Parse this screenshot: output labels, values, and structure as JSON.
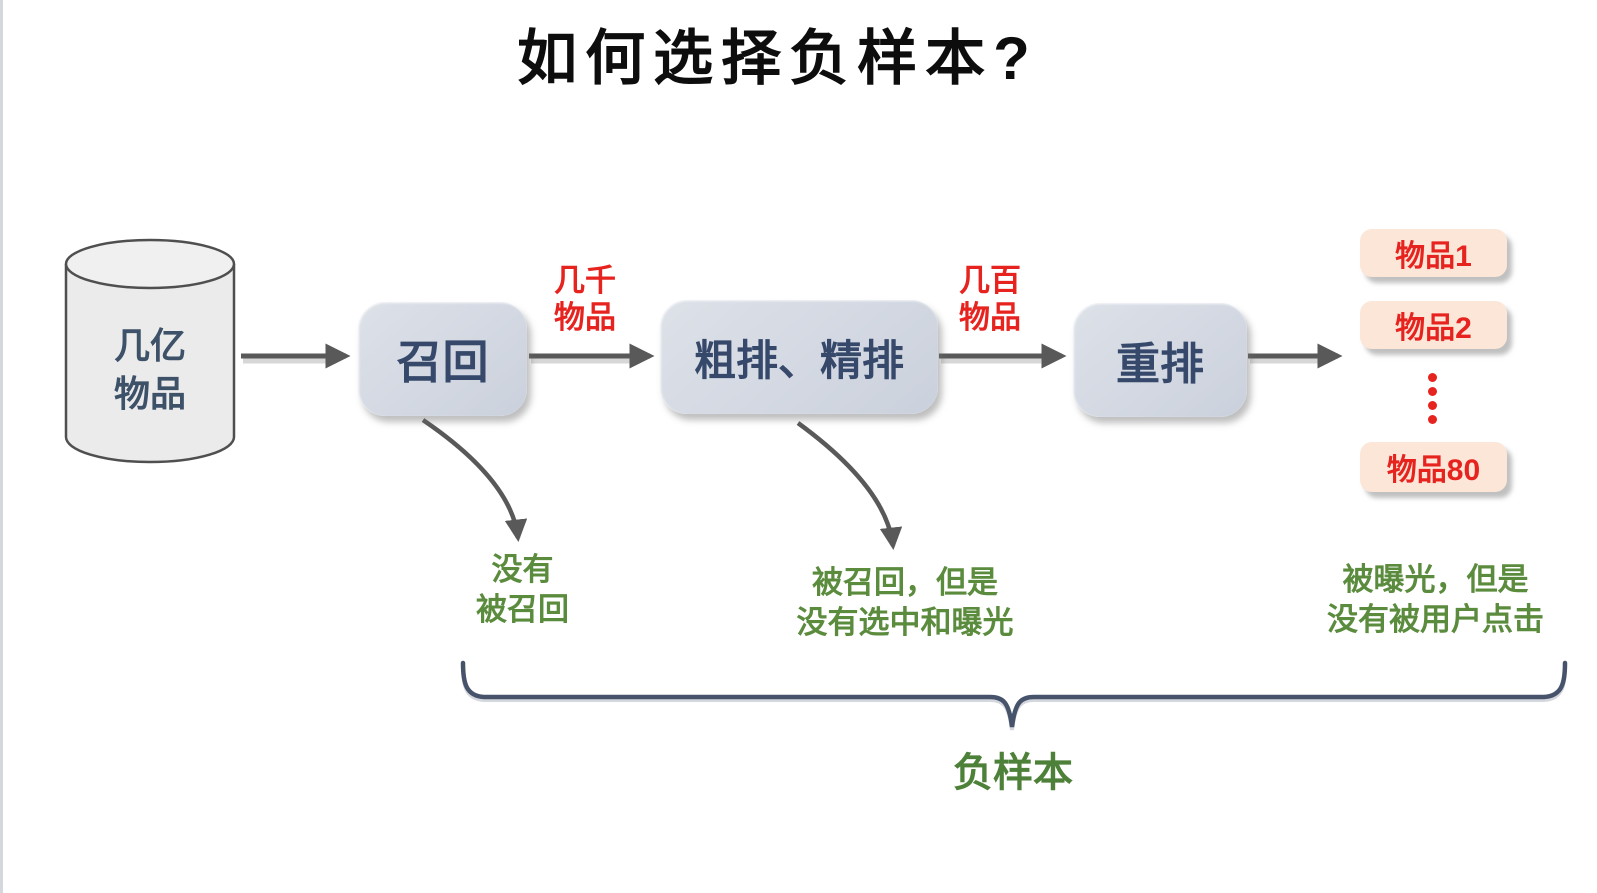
{
  "title": "如何选择负样本?",
  "source": {
    "line1": "几亿",
    "line2": "物品"
  },
  "stages": [
    {
      "label": "召回"
    },
    {
      "label": "粗排、精排"
    },
    {
      "label": "重排"
    }
  ],
  "flow_labels": [
    {
      "line1": "几千",
      "line2": "物品"
    },
    {
      "line1": "几百",
      "line2": "物品"
    }
  ],
  "outputs": {
    "items": [
      "物品1",
      "物品2",
      "物品80"
    ],
    "ellipsis_icon": "vertical-ellipsis-dots"
  },
  "notes": [
    {
      "line1": "没有",
      "line2": "被召回"
    },
    {
      "line1": "被召回，但是",
      "line2": "没有选中和曝光"
    },
    {
      "line1": "被曝光，但是",
      "line2": "没有被用户点击"
    }
  ],
  "brace_label": "负样本",
  "colors": {
    "stage_fill": "#d3d8e2",
    "stage_text": "#36496b",
    "cylinder_fill": "#ebebeb",
    "cylinder_text": "#3d5168",
    "flow_label_red": "#e6231e",
    "item_chip_fill": "#fce6d8",
    "item_text_red": "#e6231e",
    "note_green": "#5b8c3e",
    "arrow_gray": "#595959",
    "brace_slate": "#46536b",
    "title_black": "#0d0d0d"
  }
}
